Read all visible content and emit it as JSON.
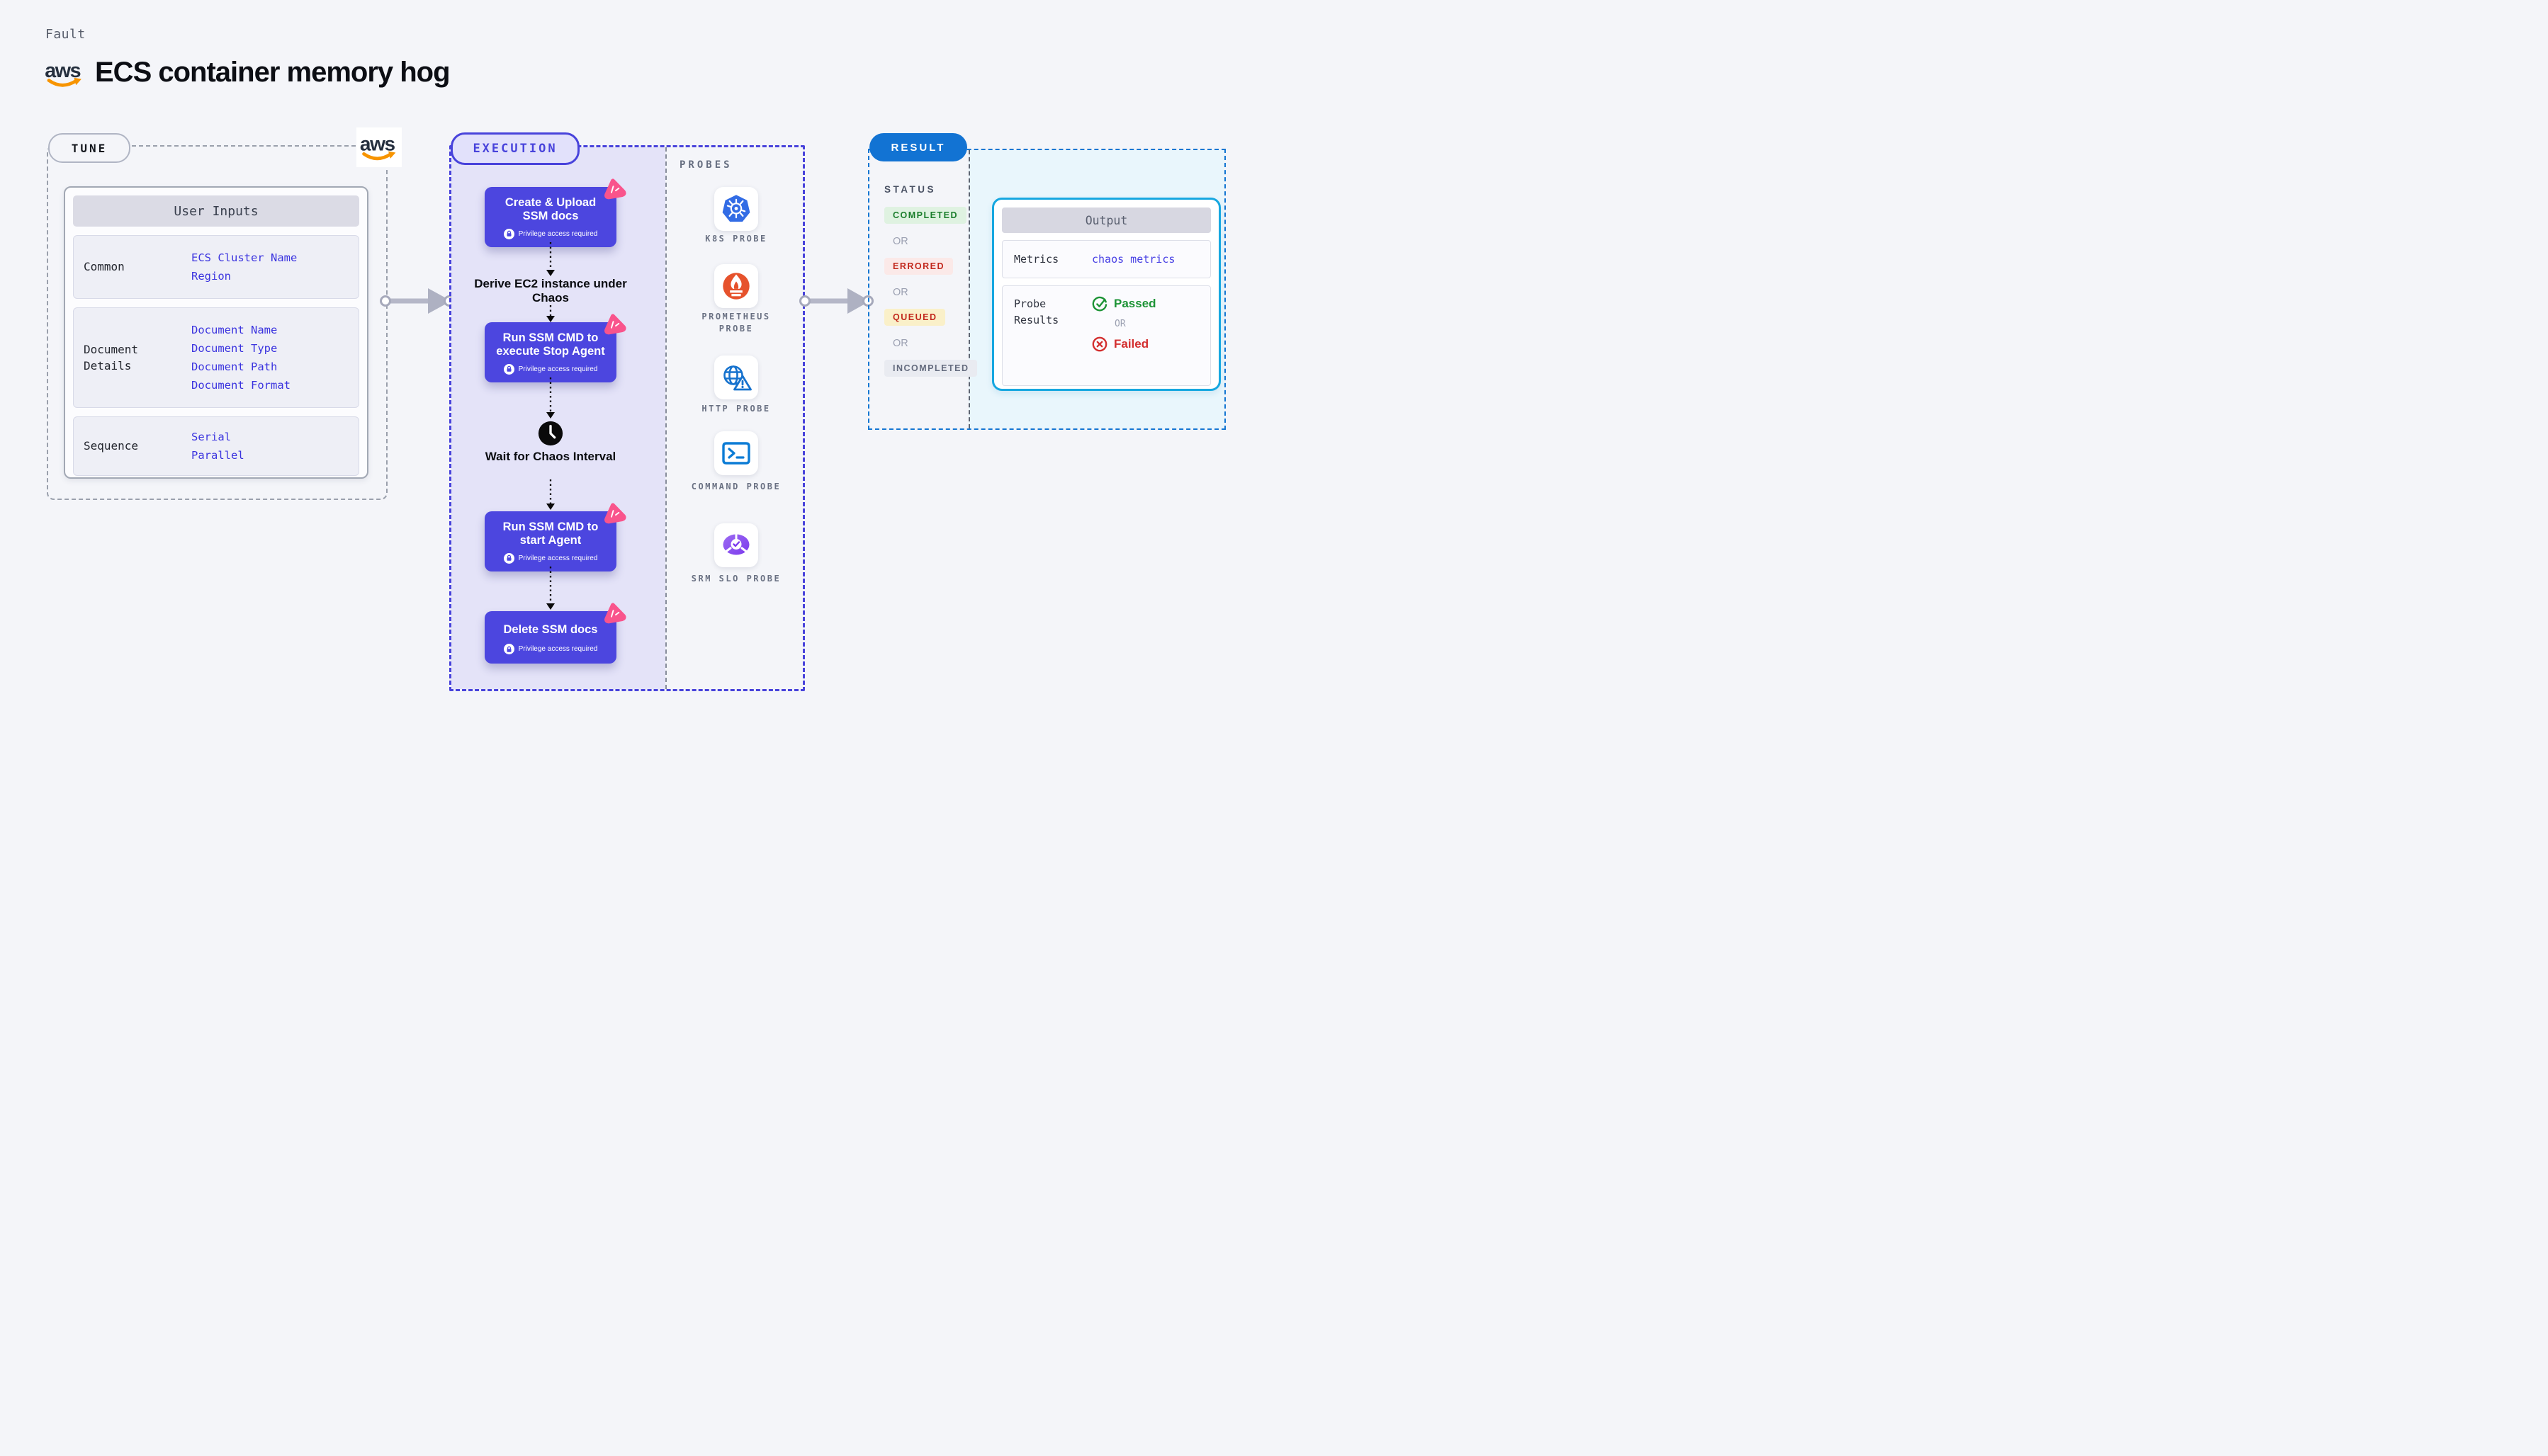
{
  "header": {
    "kicker": "Fault",
    "title": "ECS container memory hog",
    "aws_logo_text": "aws"
  },
  "tune": {
    "pill": "TUNE",
    "card_title": "User Inputs",
    "rows": [
      {
        "label": "Common",
        "links": [
          "ECS Cluster Name",
          "Region"
        ]
      },
      {
        "label": "Document Details",
        "links": [
          "Document Name",
          "Document Type",
          "Document Path",
          "Document Format"
        ]
      },
      {
        "label": "Sequence",
        "links": [
          "Serial",
          "Parallel"
        ]
      }
    ]
  },
  "execution": {
    "pill": "EXECUTION",
    "privilege_note": "Privilege access required",
    "steps": {
      "create_upload": "Create & Upload SSM docs",
      "derive": "Derive EC2 instance under Chaos",
      "stop_agent": "Run SSM CMD to execute Stop Agent",
      "wait": "Wait for Chaos Interval",
      "start_agent": "Run SSM CMD to start Agent",
      "delete_docs": "Delete SSM docs"
    }
  },
  "probes": {
    "title": "PROBES",
    "items": [
      {
        "name": "K8S PROBE"
      },
      {
        "name": "PROMETHEUS PROBE"
      },
      {
        "name": "HTTP PROBE"
      },
      {
        "name": "COMMAND PROBE"
      },
      {
        "name": "SRM SLO PROBE"
      }
    ]
  },
  "result": {
    "pill": "RESULT",
    "status_title": "STATUS",
    "or_label": "OR",
    "statuses": [
      {
        "label": "COMPLETED"
      },
      {
        "label": "ERRORED"
      },
      {
        "label": "QUEUED"
      },
      {
        "label": "INCOMPLETED"
      }
    ],
    "output": {
      "title": "Output",
      "metrics_label": "Metrics",
      "metrics_value": "chaos metrics",
      "probe_results_label": "Probe Results",
      "passed_label": "Passed",
      "or_label": "OR",
      "failed_label": "Failed"
    }
  },
  "colors": {
    "indigo": "#4843DB",
    "purple_box": "#4C46DF",
    "pink": "#F9548C",
    "result_blue": "#1273D3",
    "cyan_border": "#16A7E0",
    "green": "#1C9335",
    "red": "#CC2A1E"
  }
}
